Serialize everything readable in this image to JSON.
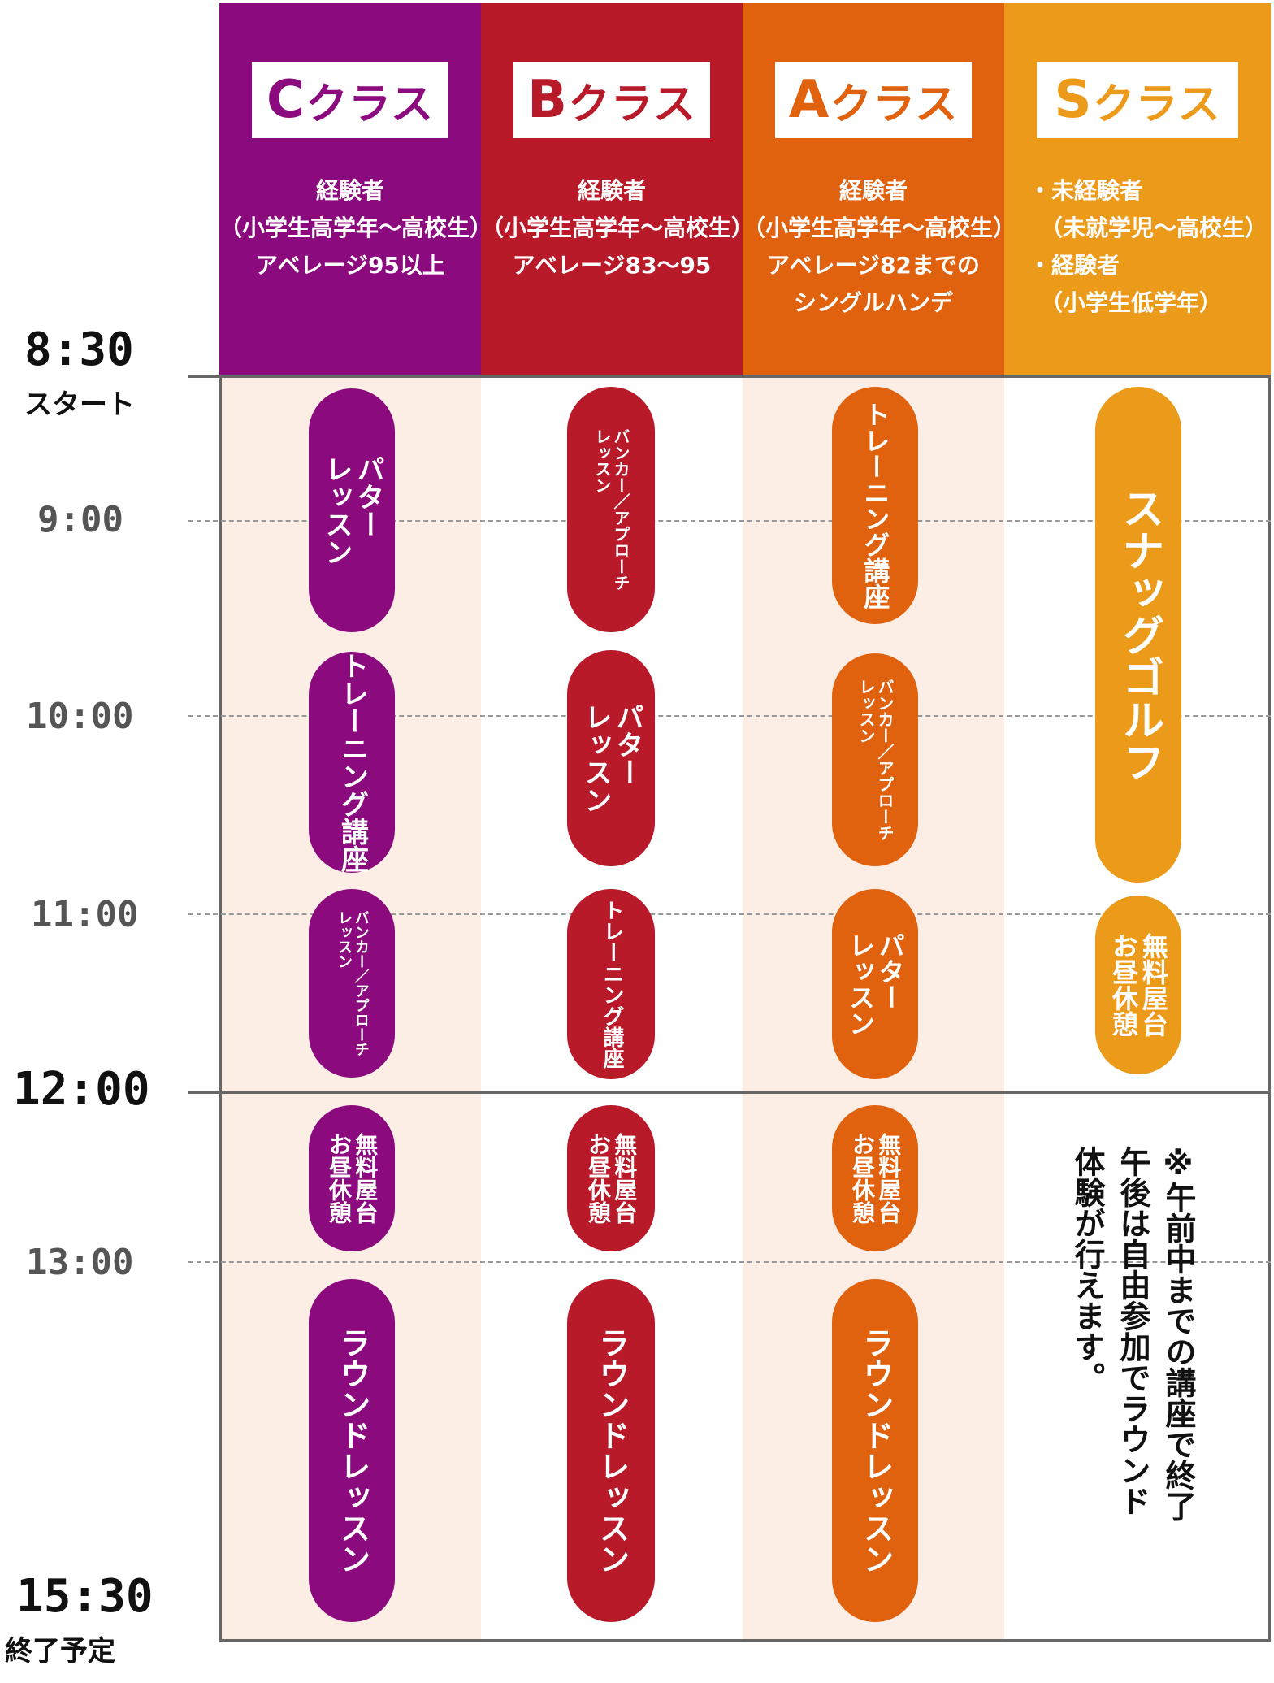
{
  "colors": {
    "C": "#8B0A7E",
    "B": "#B81A2A",
    "A": "#E0620F",
    "S": "#EB9A1A",
    "band": "#FDEEE5"
  },
  "classes": [
    {
      "key": "C",
      "name": "クラス",
      "desc": [
        "経験者",
        "（小学生高学年～高校生）",
        "アベレージ95以上"
      ]
    },
    {
      "key": "B",
      "name": "クラス",
      "desc": [
        "経験者",
        "（小学生高学年～高校生）",
        "アベレージ83～95"
      ]
    },
    {
      "key": "A",
      "name": "クラス",
      "desc": [
        "経験者",
        "（小学生高学年～高校生）",
        "アベレージ82までの",
        "シングルハンデ"
      ]
    },
    {
      "key": "S",
      "name": "クラス",
      "desc": [
        "・未経験者",
        "　（未就学児～高校生）",
        "・経験者",
        "　（小学生低学年）"
      ]
    }
  ],
  "times": {
    "t0830": "8:30",
    "start": "スタート",
    "t0900": "9:00",
    "t1000": "10:00",
    "t1100": "11:00",
    "t1200": "12:00",
    "t1300": "13:00",
    "t1530": "15:30",
    "end": "終了予定"
  },
  "sessions": {
    "putter": "パター\nレッスン",
    "training": "トレーニング講座",
    "bunker": "バンカー／アプローチ\nレッスン",
    "lunch": "無料屋台\nお昼休憩",
    "round": "ラウンドレッスン",
    "snag": "スナッグゴルフ"
  },
  "note": [
    "※午前中までの講座で終了",
    "午後は自由参加でラウンド",
    "体験が行えます。"
  ]
}
